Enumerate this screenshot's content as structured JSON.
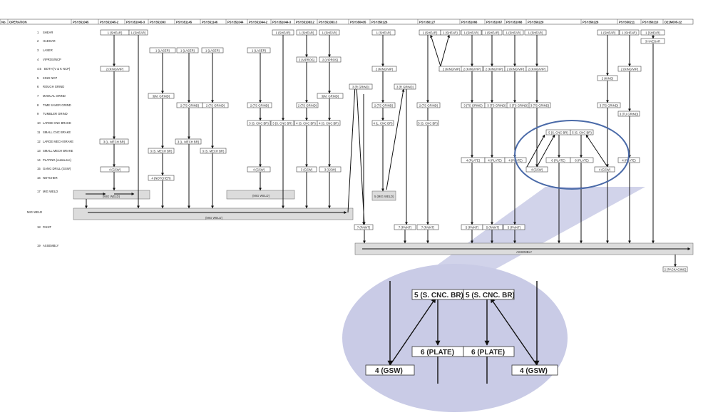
{
  "header": {
    "no_label": "No.",
    "operation_label": "OPERATION",
    "part_numbers": [
      "PSY351045",
      "PSY351045-2",
      "PSY351045-3",
      "PSY351093",
      "PSY351145",
      "PSY351146",
      "PSY351044",
      "PSY351044-2",
      "PSY351044-3",
      "PSY351083.2",
      "PSY351083.3",
      "PSY350435",
      "PSY350126",
      "PSY350127",
      "PSY351066",
      "PSY351067",
      "PSY351068",
      "PSY350229",
      "PSY350228",
      "PSY350211",
      "PSY350210",
      "D21M005-22"
    ]
  },
  "operations": [
    {
      "num": "1",
      "name": "SHEAR"
    },
    {
      "num": "2",
      "name": "HAEGAR"
    },
    {
      "num": "3",
      "name": "LASER"
    },
    {
      "num": "4",
      "name": "VIPROS/NCP"
    },
    {
      "num": "4.5",
      "name": "BOTH (V & K NCP)"
    },
    {
      "num": "5",
      "name": "KING NCP"
    },
    {
      "num": "6",
      "name": "ROUGH GRIND"
    },
    {
      "num": "7",
      "name": "MANUAL GRIND"
    },
    {
      "num": "8",
      "name": "TIME SAVER GRIND"
    },
    {
      "num": "9",
      "name": "TUMBLER GRIND"
    },
    {
      "num": "10",
      "name": "LARGE CNC BRAKE"
    },
    {
      "num": "11",
      "name": "SMALL CNC BRAKE"
    },
    {
      "num": "12",
      "name": "LARGE MECH BRAKE"
    },
    {
      "num": "13",
      "name": "SMALL MECH BRAKE"
    },
    {
      "num": "14",
      "name": "PLATING (outsource)"
    },
    {
      "num": "15",
      "name": "GANG DRILL (GSW)"
    },
    {
      "num": "16",
      "name": "NOTCHER"
    },
    {
      "num": "17",
      "name": "MIG WELD"
    },
    {
      "num": "",
      "name": "MIG WELD"
    },
    {
      "num": "18",
      "name": "PAINT"
    },
    {
      "num": "19",
      "name": "ASSEMBLY"
    }
  ],
  "boxes": {
    "shear": "1 (SHEAR)",
    "haegar": "3 HAEGAR",
    "laser": "1 (LASER)",
    "vipros": "2 (VIPROS)",
    "king_vip": "2 (KING/VIP)",
    "king": "2 (KING)",
    "rough": "3 (R GRIND)",
    "m_grind": "3(M. GRIND)",
    "ts_grind": "2 (TS GRIND)",
    "ts_grind3": "3 (TS GRIND)",
    "tu_grind": "3 (TU GRIND)",
    "l_cnc": "4 (L. CNC BR)",
    "s_cnc": "3 (S. CNC BR)",
    "s_cnc4": "4 (S. CNC BR)",
    "s_cnc5": "5 (S. CNC BR)",
    "l_mech": "3 (L. MECH BR)",
    "s_mech": "3 (S. MECH BR)",
    "plate": "4 (PLATE)",
    "plate6": "6 (PLATE)",
    "gsw": "4 (GSW)",
    "gsw3": "3 (GSW)",
    "notcher": "4 (NOTCHER)",
    "paint": "7 (PAINT)",
    "paint5": "5 (PAINT)",
    "packaging": "2 (PACKAGING)"
  },
  "weld_labels": {
    "mig1": "(MIG WELD)",
    "mig2": "(MIG WELD)",
    "mig3": "5 (MIG WELD)",
    "mig_main": "(MIG WELD)",
    "assembly": "ASSEMBLY"
  },
  "zoom": {
    "s_cnc_left": "5 (S. CNC. BR)",
    "s_cnc_right": "5 (S. CNC. BR)",
    "plate_left": "6 (PLATE)",
    "plate_right": "6 (PLATE)",
    "gsw_left": "4 (GSW)",
    "gsw_right": "4 (GSW)"
  },
  "colors": {
    "highlight_ellipse_stroke": "#4a6aa8",
    "zoom_fill": "#c9cbe6",
    "weld_bar_fill": "#dcdcdc"
  }
}
